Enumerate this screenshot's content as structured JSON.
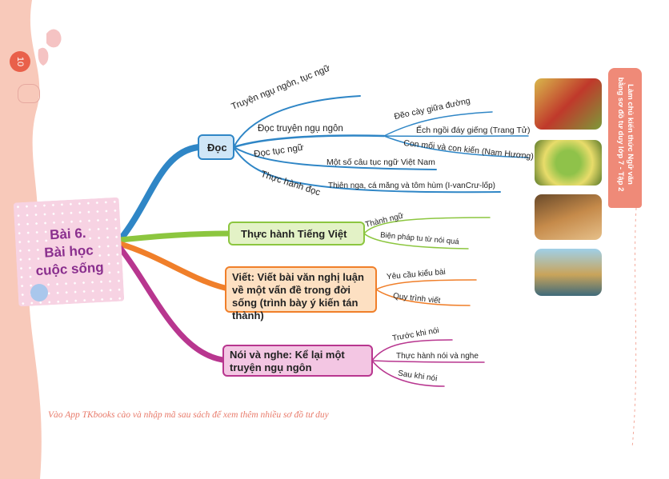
{
  "page_number": "10",
  "central": {
    "line1": "Bài 6.",
    "line2": "Bài học",
    "line3": "cuộc sống"
  },
  "branches": {
    "doc": {
      "label": "Đọc",
      "children": [
        {
          "label": "Truyện ngụ ngôn, tục ngữ"
        },
        {
          "label": "Đọc truyện ngụ ngôn",
          "children": [
            "Đẽo cày giữa đường",
            "Ếch ngồi đáy giếng (Trang Tử)",
            "Con mối và con kiến (Nam Hương)"
          ]
        },
        {
          "label": "Đọc tục ngữ",
          "children": [
            "Một số câu tục ngữ Việt Nam"
          ]
        },
        {
          "label": "Thực hành đọc",
          "children": [
            "Thiên nga, cá măng và tôm hùm (I-vanCrư-lốp)"
          ]
        }
      ]
    },
    "tieng_viet": {
      "label": "Thực hành Tiếng Việt",
      "children": [
        "Thành ngữ",
        "Biện pháp tu từ nói quá"
      ]
    },
    "viet": {
      "label": "Viết: Viết bài văn nghị luận về một vấn đề trong đời sống (trình bày ý kiến tán thành)",
      "children": [
        "Yêu cầu kiểu bài",
        "Quy trình viết"
      ]
    },
    "noi_nghe": {
      "label": "Nói và nghe: Kể lại một truyện ngụ ngôn",
      "children": [
        "Trước khi nói",
        "Thực hành nói và nghe",
        "Sau khi nói"
      ]
    }
  },
  "ribbon": "Làm chủ kiến thức Ngữ văn bằng sơ đồ tư duy lớp 7 - Tập 2",
  "footer": "Vào App TKbooks cào và nhập mã sau sách để xem thêm nhiều sơ đồ tư duy",
  "colors": {
    "doc": "#2f86c6",
    "tieng_viet": "#8cc63f",
    "viet": "#f07f2a",
    "noi_nghe": "#b8368f",
    "accent": "#e9604a"
  }
}
